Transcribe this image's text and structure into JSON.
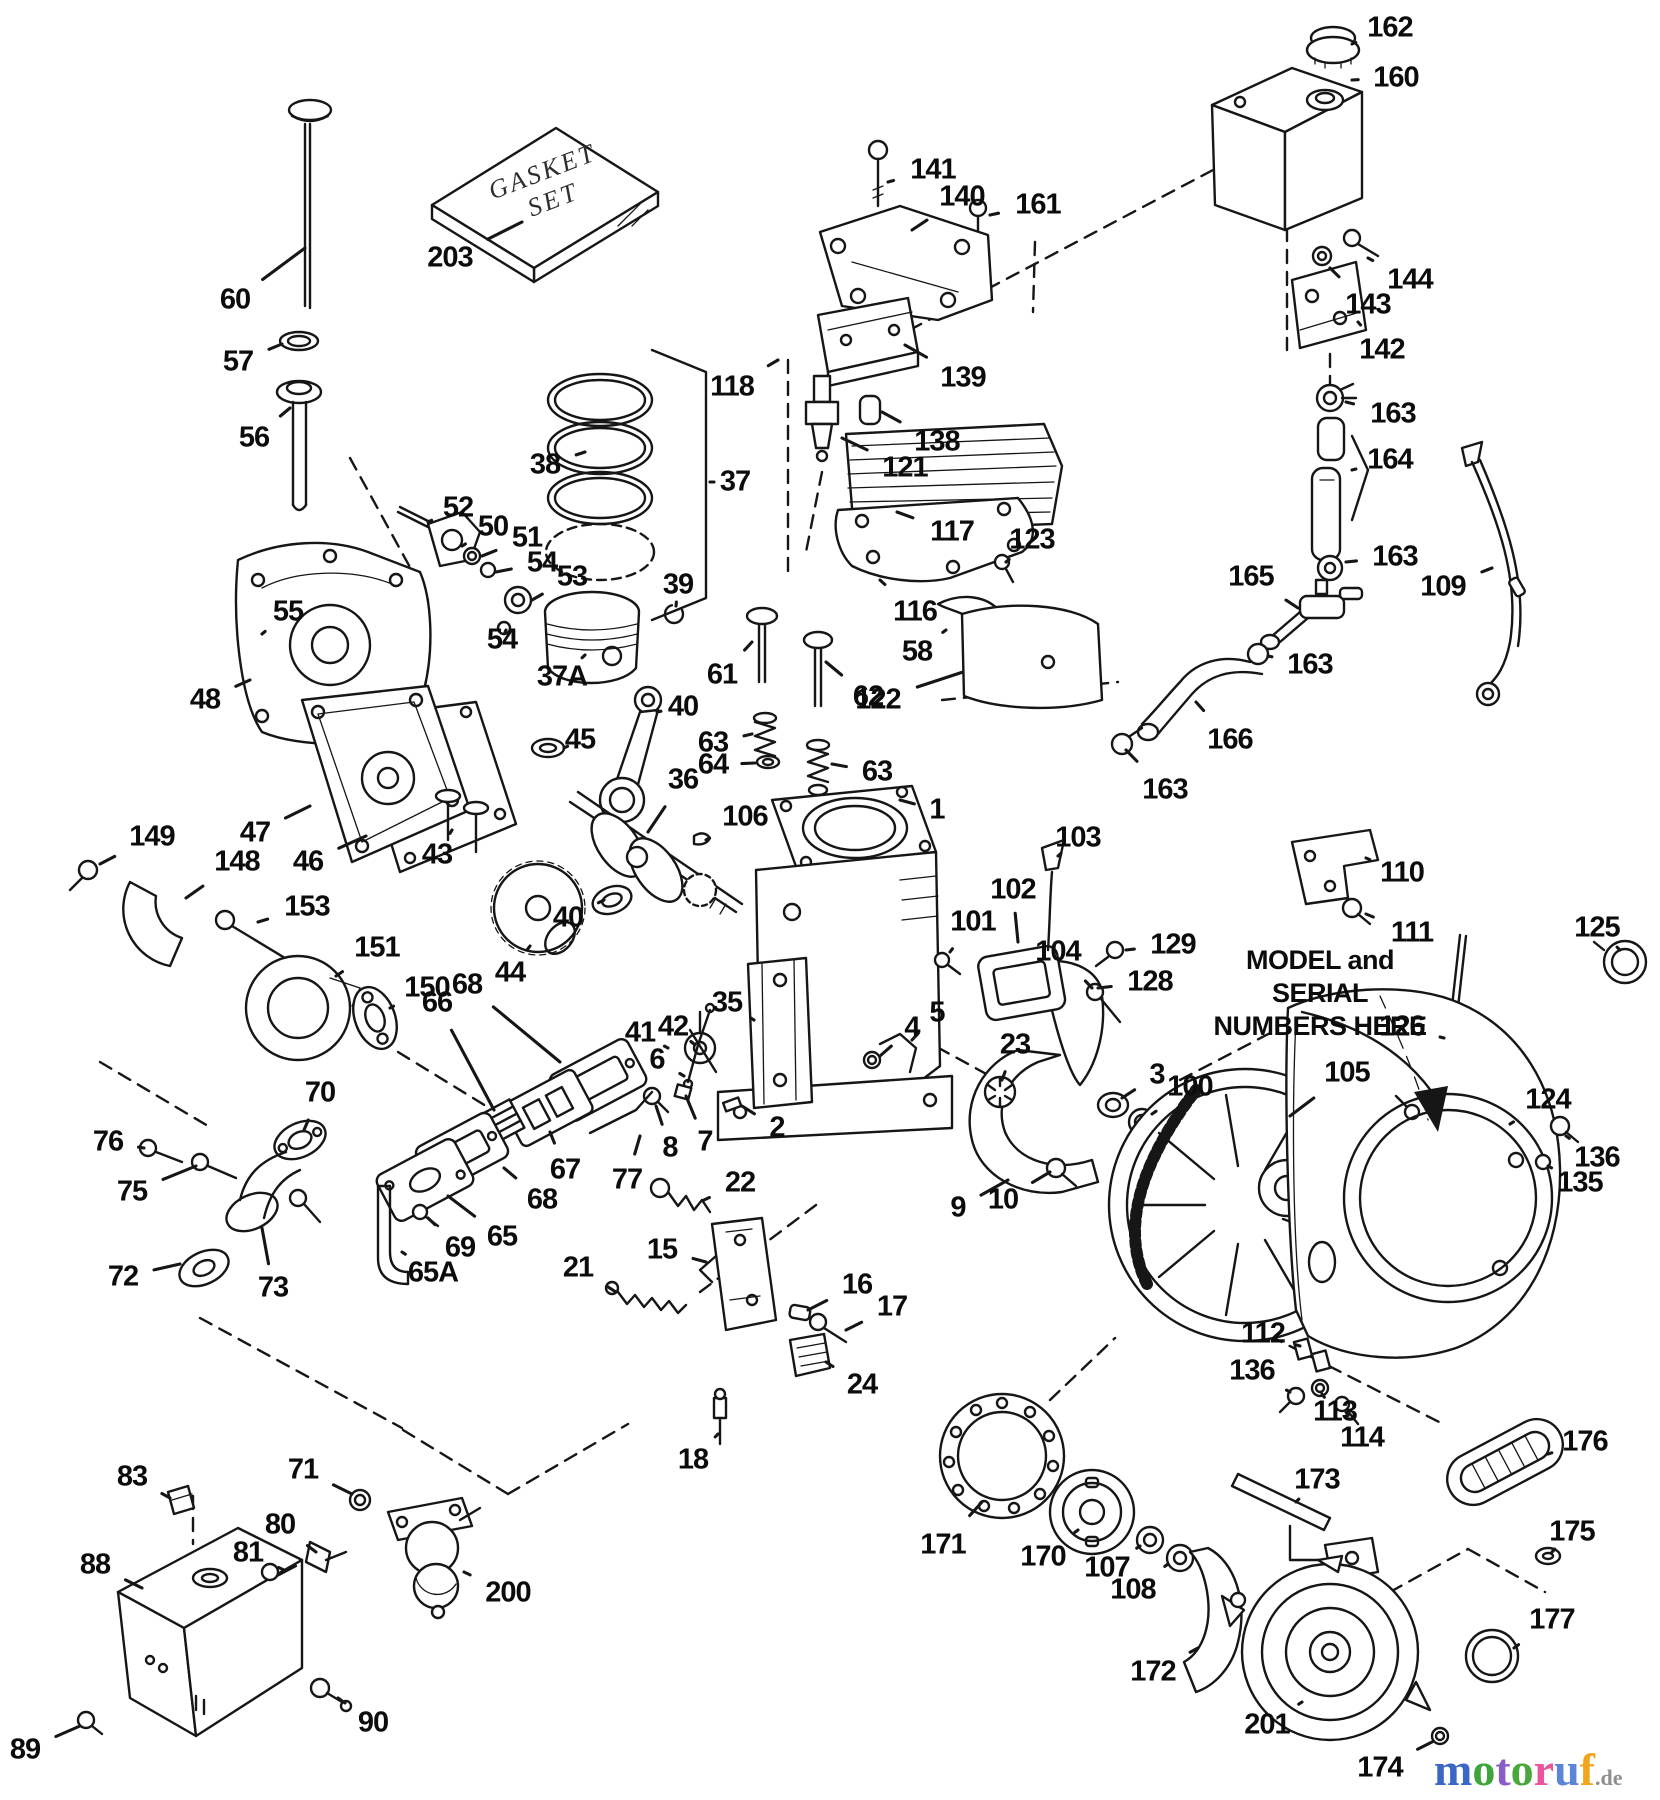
{
  "diagram": {
    "model_serial_note": {
      "line1": "MODEL and SERIAL",
      "line2": "NUMBERS HERE"
    },
    "gasket_set_label": {
      "line1": "GASKET",
      "line2": "SET"
    },
    "colors": {
      "ink": "#161616",
      "background": "#ffffff"
    },
    "watermark": {
      "letters": [
        {
          "ch": "m",
          "color": "#3b68c5"
        },
        {
          "ch": "o",
          "color": "#3da53a"
        },
        {
          "ch": "t",
          "color": "#8a5ec6"
        },
        {
          "ch": "o",
          "color": "#49a83b"
        },
        {
          "ch": "r",
          "color": "#e8559a"
        },
        {
          "ch": "u",
          "color": "#5b86d5"
        },
        {
          "ch": "f",
          "color": "#f2a51c"
        }
      ],
      "suffix": ".de",
      "suffix_color": "#8f8f8f"
    },
    "part_labels": [
      [
        "162",
        1390,
        28,
        1352,
        44
      ],
      [
        "160",
        1396,
        78,
        1352,
        80
      ],
      [
        "203",
        450,
        258,
        522,
        222
      ],
      [
        "60",
        235,
        300,
        305,
        248
      ],
      [
        "141",
        933,
        170,
        888,
        182
      ],
      [
        "140",
        962,
        197,
        912,
        230
      ],
      [
        "161",
        1038,
        205,
        990,
        215
      ],
      [
        "144",
        1410,
        280,
        1368,
        258
      ],
      [
        "143",
        1368,
        305,
        1330,
        268
      ],
      [
        "142",
        1382,
        350,
        1358,
        322
      ],
      [
        "57",
        238,
        362,
        282,
        344
      ],
      [
        "56",
        254,
        438,
        290,
        408
      ],
      [
        "139",
        963,
        378,
        905,
        345
      ],
      [
        "118",
        732,
        387,
        778,
        360
      ],
      [
        "138",
        937,
        442,
        882,
        412
      ],
      [
        "121",
        905,
        468,
        842,
        438
      ],
      [
        "163",
        1393,
        414,
        1346,
        402
      ],
      [
        "164",
        1390,
        460,
        1352,
        470
      ],
      [
        "38",
        545,
        465,
        585,
        452
      ],
      [
        "37",
        735,
        482,
        710,
        482
      ],
      [
        "117",
        952,
        532,
        897,
        512
      ],
      [
        "123",
        1032,
        540,
        1006,
        562
      ],
      [
        "109",
        1443,
        587,
        1492,
        568
      ],
      [
        "163",
        1395,
        557,
        1346,
        562
      ],
      [
        "165",
        1251,
        577,
        1298,
        608
      ],
      [
        "52",
        458,
        508,
        428,
        522
      ],
      [
        "50",
        493,
        527,
        462,
        546
      ],
      [
        "51",
        527,
        538,
        482,
        556
      ],
      [
        "54",
        542,
        563,
        496,
        572
      ],
      [
        "53",
        572,
        577,
        532,
        600
      ],
      [
        "55",
        288,
        612,
        262,
        634
      ],
      [
        "54",
        502,
        640,
        506,
        630
      ],
      [
        "39",
        678,
        585,
        676,
        606
      ],
      [
        "37A",
        562,
        677,
        585,
        655
      ],
      [
        "116",
        915,
        612,
        880,
        580
      ],
      [
        "58",
        917,
        652,
        946,
        630
      ],
      [
        "122",
        878,
        700,
        963,
        672
      ],
      [
        "163",
        1310,
        665,
        1268,
        656
      ],
      [
        "61",
        722,
        675,
        752,
        642
      ],
      [
        "62",
        868,
        697,
        826,
        662
      ],
      [
        "166",
        1230,
        740,
        1196,
        702
      ],
      [
        "48",
        205,
        700,
        250,
        680
      ],
      [
        "40",
        683,
        707,
        657,
        712
      ],
      [
        "45",
        580,
        740,
        564,
        748
      ],
      [
        "63",
        713,
        743,
        752,
        734
      ],
      [
        "64",
        713,
        765,
        755,
        763
      ],
      [
        "63",
        877,
        772,
        832,
        764
      ],
      [
        "36",
        683,
        780,
        648,
        832
      ],
      [
        "163",
        1165,
        790,
        1126,
        750
      ],
      [
        "106",
        745,
        817,
        706,
        840
      ],
      [
        "1",
        937,
        810,
        900,
        800
      ],
      [
        "47",
        255,
        833,
        310,
        806
      ],
      [
        "148",
        237,
        862,
        186,
        898
      ],
      [
        "46",
        308,
        862,
        366,
        836
      ],
      [
        "149",
        152,
        837,
        100,
        864
      ],
      [
        "43",
        437,
        855,
        452,
        830
      ],
      [
        "110",
        1402,
        873,
        1366,
        858
      ],
      [
        "103",
        1078,
        838,
        1058,
        856
      ],
      [
        "102",
        1013,
        890,
        1018,
        942
      ],
      [
        "111",
        1412,
        933,
        1366,
        914
      ],
      [
        "40",
        568,
        918,
        604,
        900
      ],
      [
        "101",
        973,
        922,
        950,
        952
      ],
      [
        "104",
        1058,
        952,
        1092,
        988
      ],
      [
        "153",
        307,
        907,
        258,
        922
      ],
      [
        "129",
        1173,
        945,
        1126,
        950
      ],
      [
        "151",
        377,
        948,
        336,
        976
      ],
      [
        "128",
        1150,
        982,
        1098,
        988
      ],
      [
        "150",
        427,
        988,
        390,
        1008
      ],
      [
        "44",
        510,
        973,
        530,
        946
      ],
      [
        "126",
        1402,
        1027,
        1444,
        1038
      ],
      [
        "125",
        1597,
        928,
        1620,
        950
      ],
      [
        "41",
        640,
        1033,
        668,
        1048
      ],
      [
        "42",
        673,
        1027,
        694,
        1044
      ],
      [
        "35",
        727,
        1003,
        754,
        1020
      ],
      [
        "6",
        657,
        1060,
        684,
        1076
      ],
      [
        "5",
        937,
        1013,
        912,
        1040
      ],
      [
        "4",
        912,
        1028,
        880,
        1056
      ],
      [
        "23",
        1015,
        1045,
        1002,
        1080
      ],
      [
        "3",
        1157,
        1075,
        1122,
        1098
      ],
      [
        "100",
        1190,
        1087,
        1152,
        1114
      ],
      [
        "105",
        1347,
        1073,
        1290,
        1116
      ],
      [
        "124",
        1548,
        1100,
        1510,
        1124
      ],
      [
        "66",
        437,
        1003,
        494,
        1110
      ],
      [
        "68",
        467,
        985,
        560,
        1062
      ],
      [
        "2",
        777,
        1128,
        742,
        1106
      ],
      [
        "8",
        670,
        1148,
        656,
        1106
      ],
      [
        "7",
        705,
        1142,
        686,
        1096
      ],
      [
        "70",
        320,
        1093,
        304,
        1130
      ],
      [
        "76",
        108,
        1142,
        144,
        1148
      ],
      [
        "136",
        1597,
        1158,
        1566,
        1136
      ],
      [
        "135",
        1580,
        1183,
        1548,
        1166
      ],
      [
        "75",
        132,
        1192,
        196,
        1166
      ],
      [
        "67",
        565,
        1170,
        550,
        1132
      ],
      [
        "77",
        627,
        1180,
        640,
        1136
      ],
      [
        "68",
        542,
        1200,
        504,
        1168
      ],
      [
        "22",
        740,
        1183,
        704,
        1200
      ],
      [
        "10",
        1003,
        1200,
        1050,
        1172
      ],
      [
        "9",
        958,
        1208,
        1008,
        1180
      ],
      [
        "72",
        123,
        1277,
        180,
        1264
      ],
      [
        "73",
        273,
        1288,
        262,
        1228
      ],
      [
        "65",
        502,
        1237,
        448,
        1196
      ],
      [
        "69",
        460,
        1248,
        428,
        1218
      ],
      [
        "65A",
        433,
        1273,
        402,
        1252
      ],
      [
        "21",
        578,
        1268,
        616,
        1292
      ],
      [
        "15",
        662,
        1250,
        706,
        1262
      ],
      [
        "16",
        857,
        1285,
        808,
        1310
      ],
      [
        "17",
        892,
        1307,
        846,
        1330
      ],
      [
        "112",
        1263,
        1334,
        1300,
        1346
      ],
      [
        "136",
        1252,
        1371,
        1290,
        1392
      ],
      [
        "113",
        1335,
        1412,
        1322,
        1394
      ],
      [
        "114",
        1362,
        1438,
        1346,
        1412
      ],
      [
        "24",
        862,
        1385,
        826,
        1362
      ],
      [
        "18",
        693,
        1460,
        718,
        1434
      ],
      [
        "176",
        1585,
        1442,
        1548,
        1454
      ],
      [
        "173",
        1317,
        1480,
        1296,
        1502
      ],
      [
        "171",
        943,
        1545,
        982,
        1502
      ],
      [
        "170",
        1043,
        1557,
        1078,
        1530
      ],
      [
        "107",
        1107,
        1568,
        1140,
        1546
      ],
      [
        "108",
        1133,
        1590,
        1168,
        1564
      ],
      [
        "175",
        1572,
        1532,
        1552,
        1552
      ],
      [
        "83",
        132,
        1477,
        170,
        1498
      ],
      [
        "71",
        303,
        1470,
        352,
        1494
      ],
      [
        "80",
        280,
        1525,
        316,
        1552
      ],
      [
        "81",
        248,
        1553,
        284,
        1570
      ],
      [
        "88",
        95,
        1565,
        142,
        1588
      ],
      [
        "200",
        508,
        1593,
        464,
        1572
      ],
      [
        "172",
        1153,
        1672,
        1198,
        1648
      ],
      [
        "177",
        1552,
        1620,
        1514,
        1648
      ],
      [
        "201",
        1267,
        1725,
        1302,
        1702
      ],
      [
        "90",
        373,
        1723,
        338,
        1698
      ],
      [
        "89",
        25,
        1750,
        80,
        1726
      ],
      [
        "174",
        1380,
        1768,
        1432,
        1742
      ]
    ]
  }
}
